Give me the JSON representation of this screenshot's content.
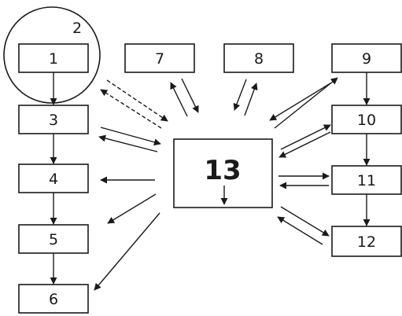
{
  "nodes": {
    "n1": "1",
    "n2": "2",
    "n3": "3",
    "n4": "4",
    "n5": "5",
    "n6": "6",
    "n7": "7",
    "n8": "8",
    "n9": "9",
    "n10": "10",
    "n11": "11",
    "n12": "12",
    "n13": "13"
  },
  "colors": {
    "stroke": "#1a1a1a",
    "background": "#ffffff"
  },
  "edges": [
    {
      "id": "e-1-3",
      "from": "1",
      "to": "3",
      "style": "solid"
    },
    {
      "id": "e-3-4",
      "from": "3",
      "to": "4",
      "style": "solid"
    },
    {
      "id": "e-4-5",
      "from": "4",
      "to": "5",
      "style": "solid"
    },
    {
      "id": "e-5-6",
      "from": "5",
      "to": "6",
      "style": "solid"
    },
    {
      "id": "e-9-10",
      "from": "9",
      "to": "10",
      "style": "solid"
    },
    {
      "id": "e-10-11",
      "from": "10",
      "to": "11",
      "style": "solid"
    },
    {
      "id": "e-11-12",
      "from": "11",
      "to": "12",
      "style": "solid"
    },
    {
      "id": "e-2-13",
      "from": "2",
      "to": "13",
      "style": "dashed"
    },
    {
      "id": "e-13-2",
      "from": "13",
      "to": "2",
      "style": "dashed"
    },
    {
      "id": "e-3-13",
      "from": "3",
      "to": "13",
      "style": "solid"
    },
    {
      "id": "e-13-3",
      "from": "13",
      "to": "3",
      "style": "solid"
    },
    {
      "id": "e-13-4",
      "from": "13",
      "to": "4",
      "style": "solid"
    },
    {
      "id": "e-13-5",
      "from": "13",
      "to": "5",
      "style": "solid"
    },
    {
      "id": "e-13-6",
      "from": "13",
      "to": "6",
      "style": "solid"
    },
    {
      "id": "e-7-13",
      "from": "7",
      "to": "13",
      "style": "solid"
    },
    {
      "id": "e-13-7",
      "from": "13",
      "to": "7",
      "style": "solid"
    },
    {
      "id": "e-8-13",
      "from": "8",
      "to": "13",
      "style": "solid"
    },
    {
      "id": "e-13-8",
      "from": "13",
      "to": "8",
      "style": "solid"
    },
    {
      "id": "e-9-13",
      "from": "9",
      "to": "13",
      "style": "solid"
    },
    {
      "id": "e-13-9",
      "from": "13",
      "to": "9",
      "style": "solid"
    },
    {
      "id": "e-10-13",
      "from": "10",
      "to": "13",
      "style": "solid"
    },
    {
      "id": "e-13-10",
      "from": "13",
      "to": "10",
      "style": "solid"
    },
    {
      "id": "e-11-13",
      "from": "11",
      "to": "13",
      "style": "solid"
    },
    {
      "id": "e-13-11",
      "from": "13",
      "to": "11",
      "style": "solid"
    },
    {
      "id": "e-12-13",
      "from": "12",
      "to": "13",
      "style": "solid"
    },
    {
      "id": "e-13-12",
      "from": "13",
      "to": "12",
      "style": "solid"
    },
    {
      "id": "e-13-self",
      "from": "13",
      "to": "13",
      "style": "solid"
    }
  ]
}
